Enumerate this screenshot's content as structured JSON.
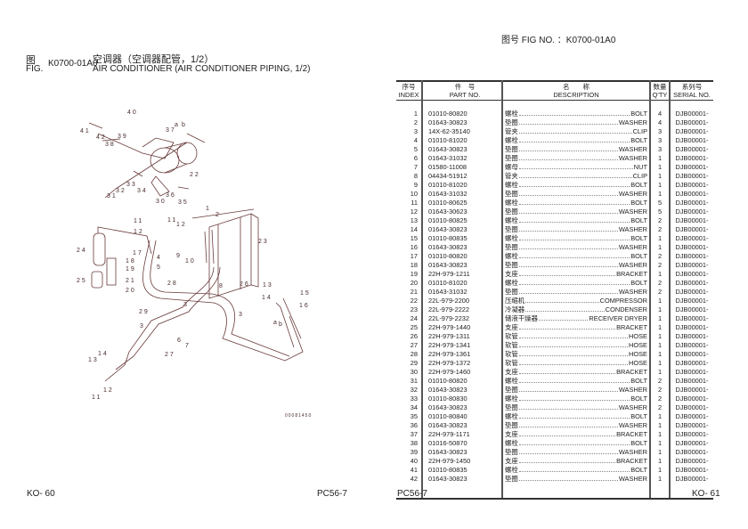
{
  "header": {
    "fig_cn": "图",
    "fig_label": "FIG.",
    "fig_code": "K0700-01A0",
    "title_cn": "空调器（空调器配管，1/2）",
    "title_en": "AIR CONDITIONER (AIR CONDITIONER PIPING, 1/2)",
    "fig_no_right": "图号 FIG NO. ：K0700-01A0"
  },
  "diagram": {
    "callouts": [
      "40",
      "41",
      "42",
      "38",
      "39",
      "37",
      "22",
      "33",
      "32",
      "31",
      "34",
      "30",
      "36",
      "35",
      "1",
      "2",
      "11",
      "12",
      "11",
      "12",
      "23",
      "24",
      "17",
      "18",
      "19",
      "4",
      "9",
      "5",
      "10",
      "25",
      "21",
      "20",
      "28",
      "8",
      "26",
      "13",
      "15",
      "14",
      "16",
      "29",
      "3",
      "3",
      "3",
      "6",
      "7",
      "27",
      "14",
      "13",
      "12",
      "11",
      "a",
      "b",
      "a",
      "b"
    ],
    "drawing_code": "00081450"
  },
  "table": {
    "headers": {
      "index_cn": "序号",
      "index": "INDEX",
      "part_cn": "件　号",
      "part": "PART NO.",
      "desc_cn": "名　　称",
      "desc": "DESCRIPTION",
      "qty_cn": "数量",
      "qty": "Q'TY",
      "serial_cn": "系列号",
      "serial": "SERIAL NO."
    },
    "rows": [
      {
        "i": "1",
        "p": "01010-80820",
        "cn": "螺栓",
        "en": "BOLT",
        "q": "4",
        "s": "DJB00001-"
      },
      {
        "i": "2",
        "p": "01643-30823",
        "cn": "垫圈",
        "en": "WASHER",
        "q": "4",
        "s": "DJB00001-"
      },
      {
        "i": "3",
        "p": "14X-62-35140",
        "cn": "管夹",
        "en": "CLIP",
        "q": "3",
        "s": "DJB00001-"
      },
      {
        "i": "4",
        "p": "01010-81020",
        "cn": "螺栓",
        "en": "BOLT",
        "q": "3",
        "s": "DJB00001-"
      },
      {
        "i": "5",
        "p": "01643-30823",
        "cn": "垫圈",
        "en": "WASHER",
        "q": "3",
        "s": "DJB00001-"
      },
      {
        "i": "6",
        "p": "01643-31032",
        "cn": "垫圈",
        "en": "WASHER",
        "q": "1",
        "s": "DJB00001-"
      },
      {
        "i": "7",
        "p": "01580-11008",
        "cn": "螺母",
        "en": "NUT",
        "q": "1",
        "s": "DJB00001-"
      },
      {
        "i": "8",
        "p": "04434-51912",
        "cn": "管夹",
        "en": "CLIP",
        "q": "1",
        "s": "DJB00001-"
      },
      {
        "i": "9",
        "p": "01010-81020",
        "cn": "螺栓",
        "en": "BOLT",
        "q": "1",
        "s": "DJB00001-"
      },
      {
        "i": "10",
        "p": "01643-31032",
        "cn": "垫圈",
        "en": "WASHER",
        "q": "1",
        "s": "DJB00001-"
      },
      {
        "i": "11",
        "p": "01010-80625",
        "cn": "螺栓",
        "en": "BOLT",
        "q": "5",
        "s": "DJB00001-"
      },
      {
        "i": "12",
        "p": "01643-30623",
        "cn": "垫圈",
        "en": "WASHER",
        "q": "5",
        "s": "DJB00001-"
      },
      {
        "i": "13",
        "p": "01010-80825",
        "cn": "螺栓",
        "en": "BOLT",
        "q": "2",
        "s": "DJB00001-"
      },
      {
        "i": "14",
        "p": "01643-30823",
        "cn": "垫圈",
        "en": "WASHER",
        "q": "2",
        "s": "DJB00001-"
      },
      {
        "i": "15",
        "p": "01010-80835",
        "cn": "螺栓",
        "en": "BOLT",
        "q": "1",
        "s": "DJB00001-"
      },
      {
        "i": "16",
        "p": "01643-30823",
        "cn": "垫圈",
        "en": "WASHER",
        "q": "1",
        "s": "DJB00001-"
      },
      {
        "i": "17",
        "p": "01010-80820",
        "cn": "螺栓",
        "en": "BOLT",
        "q": "2",
        "s": "DJB00001-"
      },
      {
        "i": "18",
        "p": "01643-30823",
        "cn": "垫圈",
        "en": "WASHER",
        "q": "2",
        "s": "DJB00001-"
      },
      {
        "i": "19",
        "p": "22H-979-1211",
        "cn": "支座",
        "en": "BRACKET",
        "q": "1",
        "s": "DJB00001-"
      },
      {
        "i": "20",
        "p": "01010-81020",
        "cn": "螺栓",
        "en": "BOLT",
        "q": "2",
        "s": "DJB00001-"
      },
      {
        "i": "21",
        "p": "01643-31032",
        "cn": "垫圈",
        "en": "WASHER",
        "q": "2",
        "s": "DJB00001-"
      },
      {
        "i": "22",
        "p": "22L-979-2200",
        "cn": "压缩机",
        "en": "COMPRESSOR",
        "q": "1",
        "s": "DJB00001-"
      },
      {
        "i": "23",
        "p": "22L-979-2222",
        "cn": "冷凝器",
        "en": "CONDENSER",
        "q": "1",
        "s": "DJB00001-"
      },
      {
        "i": "24",
        "p": "22L-979-2232",
        "cn": "储液干燥器",
        "en": "RECEIVER DRYER",
        "q": "1",
        "s": "DJB00001-"
      },
      {
        "i": "25",
        "p": "22H-979-1440",
        "cn": "支座",
        "en": "BRACKET",
        "q": "1",
        "s": "DJB00001-"
      },
      {
        "i": "26",
        "p": "22H-979-1311",
        "cn": "软管",
        "en": "HOSE",
        "q": "1",
        "s": "DJB00001-"
      },
      {
        "i": "27",
        "p": "22H-979-1341",
        "cn": "软管",
        "en": "HOSE",
        "q": "1",
        "s": "DJB00001-"
      },
      {
        "i": "28",
        "p": "22H-979-1361",
        "cn": "软管",
        "en": "HOSE",
        "q": "1",
        "s": "DJB00001-"
      },
      {
        "i": "29",
        "p": "22H-979-1372",
        "cn": "软管",
        "en": "HOSE",
        "q": "1",
        "s": "DJB00001-"
      },
      {
        "i": "30",
        "p": "22H-979-1460",
        "cn": "支座",
        "en": "BRACKET",
        "q": "1",
        "s": "DJB00001-"
      },
      {
        "i": "31",
        "p": "01010-80820",
        "cn": "螺栓",
        "en": "BOLT",
        "q": "2",
        "s": "DJB00001-"
      },
      {
        "i": "32",
        "p": "01643-30823",
        "cn": "垫圈",
        "en": "WASHER",
        "q": "2",
        "s": "DJB00001-"
      },
      {
        "i": "33",
        "p": "01010-80830",
        "cn": "螺栓",
        "en": "BOLT",
        "q": "2",
        "s": "DJB00001-"
      },
      {
        "i": "34",
        "p": "01643-30823",
        "cn": "垫圈",
        "en": "WASHER",
        "q": "2",
        "s": "DJB00001-"
      },
      {
        "i": "35",
        "p": "01010-80840",
        "cn": "螺栓",
        "en": "BOLT",
        "q": "1",
        "s": "DJB00001-"
      },
      {
        "i": "36",
        "p": "01643-30823",
        "cn": "垫圈",
        "en": "WASHER",
        "q": "1",
        "s": "DJB00001-"
      },
      {
        "i": "37",
        "p": "22H-979-1171",
        "cn": "支座",
        "en": "BRACKET",
        "q": "1",
        "s": "DJB00001-"
      },
      {
        "i": "38",
        "p": "01016-50870",
        "cn": "螺栓",
        "en": "BOLT",
        "q": "1",
        "s": "DJB00001-"
      },
      {
        "i": "39",
        "p": "01643-30823",
        "cn": "垫圈",
        "en": "WASHER",
        "q": "1",
        "s": "DJB00001-"
      },
      {
        "i": "40",
        "p": "22H-979-1450",
        "cn": "支座",
        "en": "BRACKET",
        "q": "1",
        "s": "DJB00001-"
      },
      {
        "i": "41",
        "p": "01010-80835",
        "cn": "螺栓",
        "en": "BOLT",
        "q": "1",
        "s": "DJB00001-"
      },
      {
        "i": "42",
        "p": "01643-30823",
        "cn": "垫圈",
        "en": "WASHER",
        "q": "1",
        "s": "DJB00001-"
      }
    ]
  },
  "footer": {
    "left_page": "KO- 60",
    "left_model": "PC56-7",
    "right_model": "PC56-7",
    "right_page": "KO- 61"
  }
}
